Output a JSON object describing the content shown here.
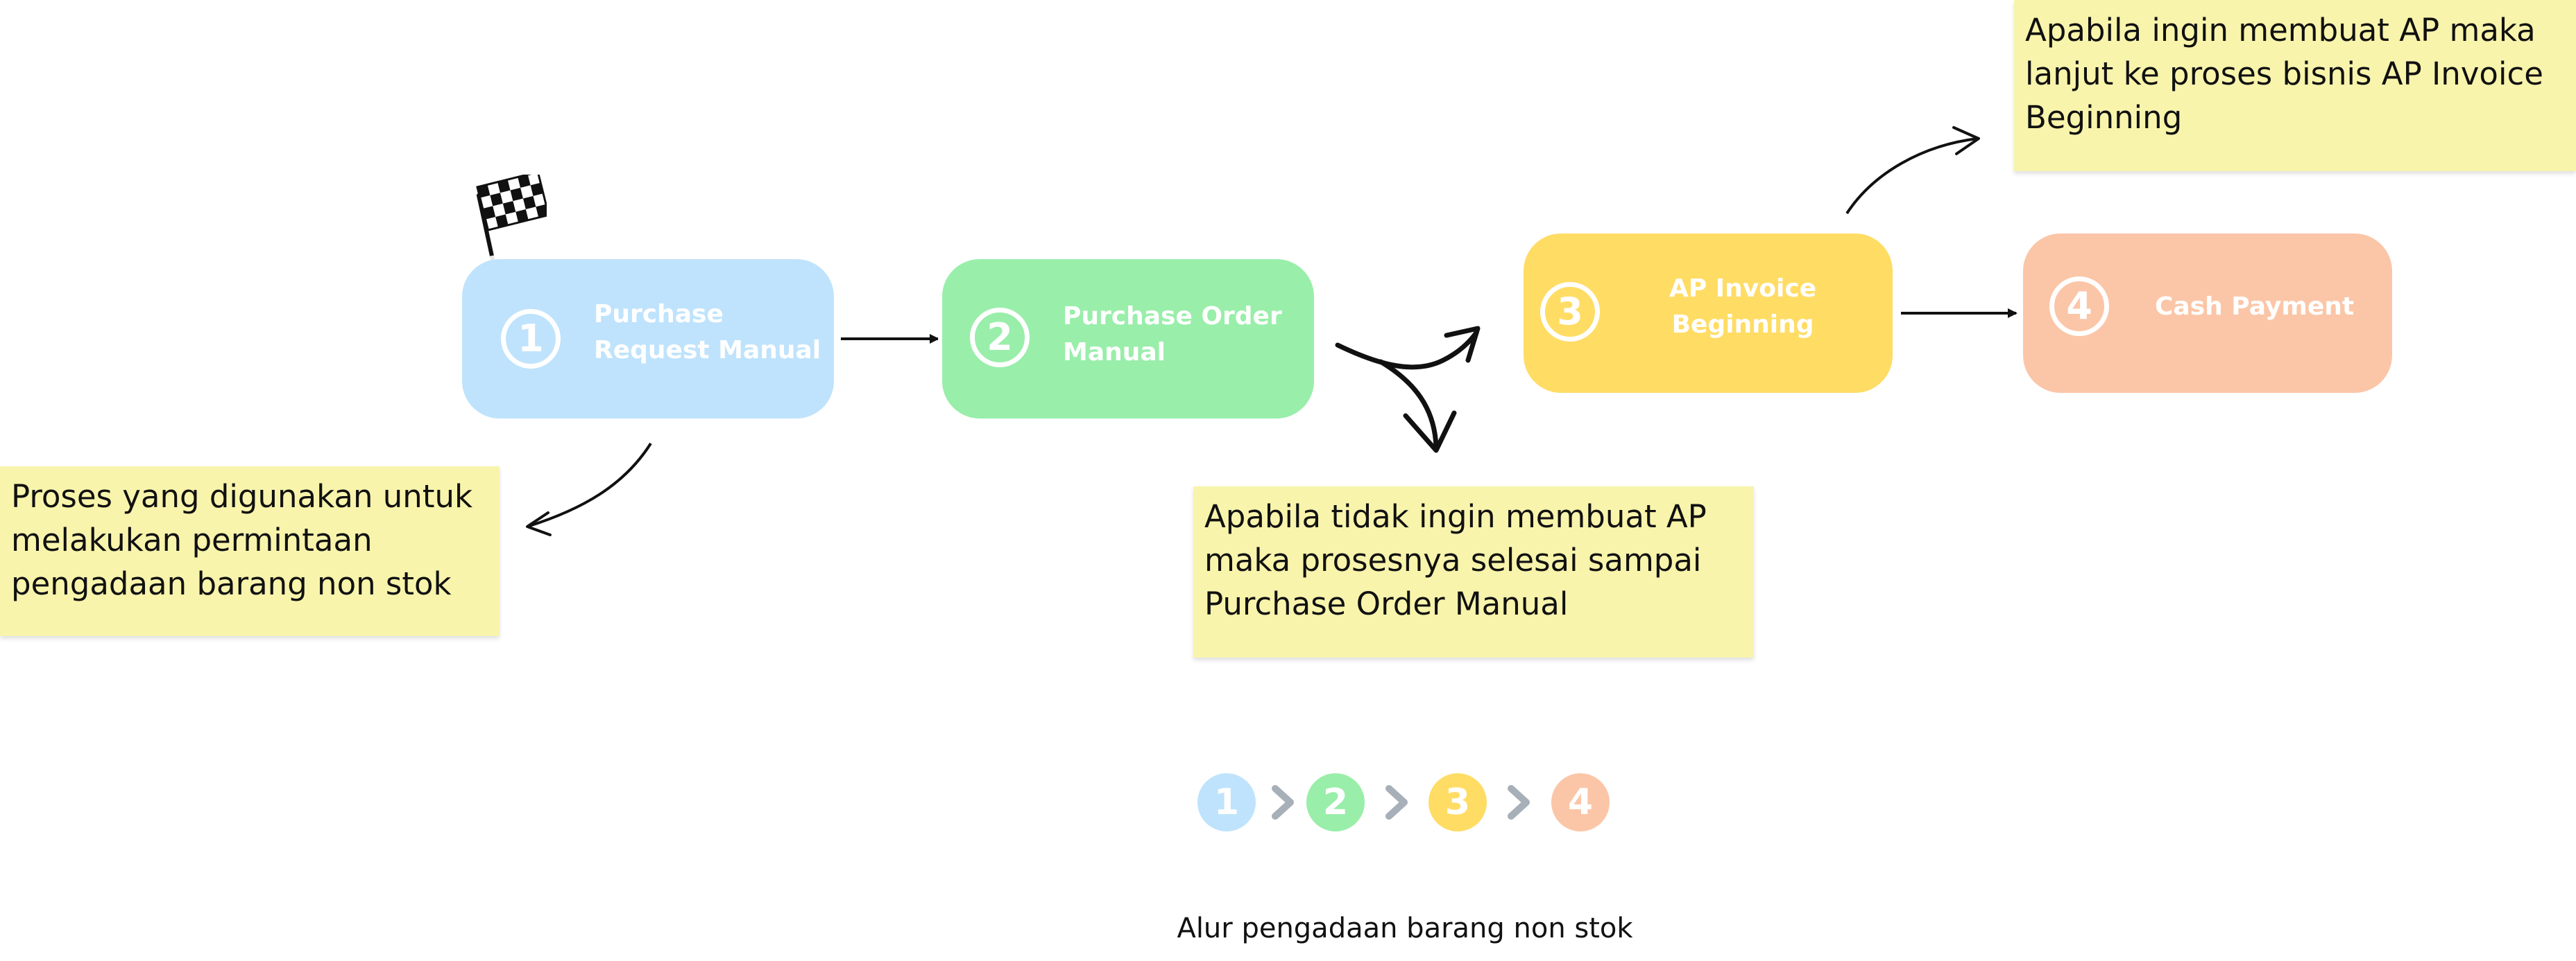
{
  "steps": [
    {
      "number": "1",
      "label": "Purchase\nRequest Manual",
      "color": "#bfe3fc"
    },
    {
      "number": "2",
      "label": "Purchase Order\nManual",
      "color": "#99eeaa"
    },
    {
      "number": "3",
      "label": "AP Invoice\nBeginning",
      "color": "#ffdc64"
    },
    {
      "number": "4",
      "label": "Cash Payment",
      "color": "#fbc6a7"
    }
  ],
  "notes": {
    "purchase_request": "Proses yang digunakan untuk\nmelakukan permintaan\npengadaan barang non stok",
    "no_ap": "Apabila tidak ingin membuat AP\nmaka prosesnya selesai sampai\nPurchase Order Manual",
    "with_ap": "Apabila ingin membuat AP maka\nlanjut ke proses bisnis AP Invoice\nBeginning"
  },
  "legend": {
    "numbers": [
      "1",
      "2",
      "3",
      "4"
    ],
    "chevron_color": "#a7b0b8"
  },
  "caption": "Alur pengadaan barang non stok",
  "icons": {
    "start": "checkered-flag-icon"
  },
  "colors": {
    "note_background": "#f8f4ac",
    "arrow": "#111111"
  }
}
